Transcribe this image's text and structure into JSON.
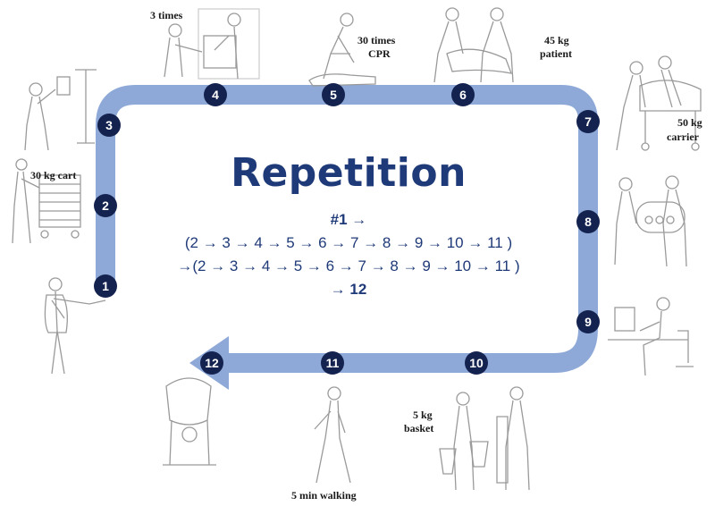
{
  "title": "Repetition",
  "sequence": {
    "line1": "#1 →",
    "line2": "(2 → 3 → 4 → 5 → 6 → 7 → 8 → 9 → 10 → 11 )",
    "line3": "→(2 → 3 → 4 → 5 → 6 → 7 → 8 → 9 → 10 → 11 )",
    "line4": "→ 12"
  },
  "steps": [
    "1",
    "2",
    "3",
    "4",
    "5",
    "6",
    "7",
    "8",
    "9",
    "10",
    "11",
    "12"
  ],
  "annotations": {
    "cart": "30 kg cart",
    "times3": "3 times",
    "cpr_line1": "30 times",
    "cpr_line2": "CPR",
    "patient_line1": "45 kg",
    "patient_line2": "patient",
    "carrier_line1": "50 kg",
    "carrier_line2": "carrier",
    "basket_line1": "5 kg",
    "basket_line2": "basket",
    "walking": "5 min walking"
  },
  "colors": {
    "path": "#8ea9d8",
    "path_edge": "#7c98cc",
    "badge": "#14224f",
    "title": "#1f3a78"
  }
}
